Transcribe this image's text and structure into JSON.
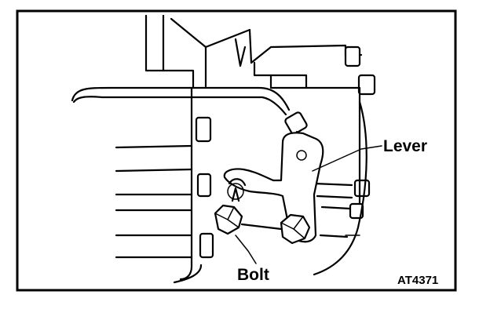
{
  "figure": {
    "labels": {
      "lever": "Lever",
      "bolt": "Bolt",
      "figure_code": "AT4371"
    }
  }
}
